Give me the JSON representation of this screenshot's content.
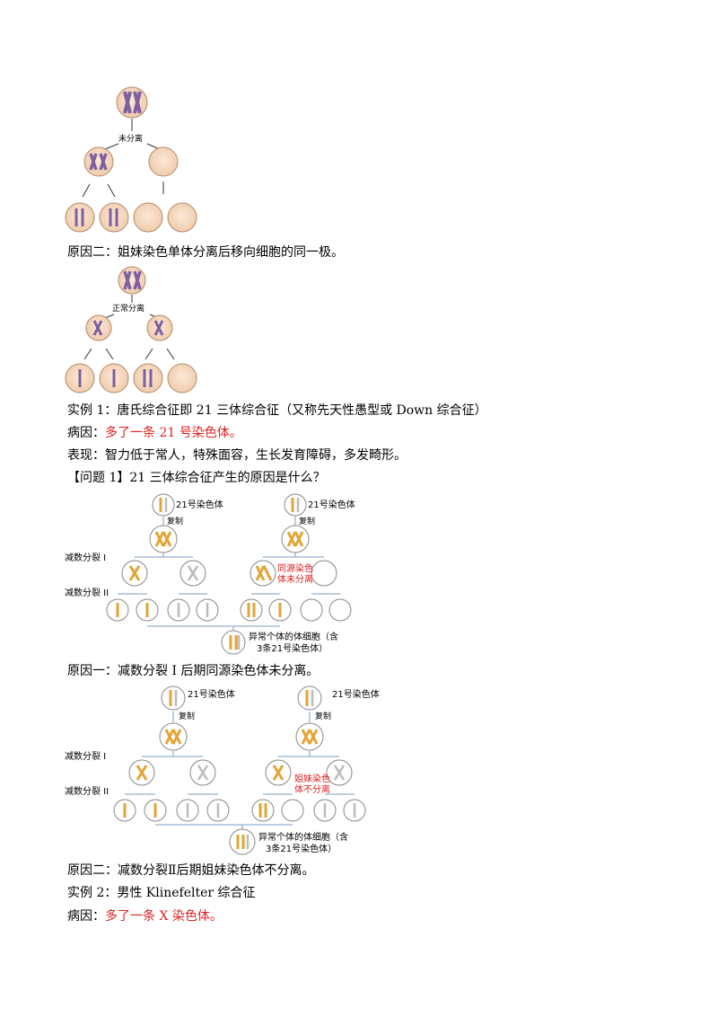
{
  "diagram1": {
    "label": "未分离"
  },
  "text1": "原因二：姐妹染色单体分离后移向细胞的同一极。",
  "diagram2": {
    "label": "正常分离"
  },
  "example1": {
    "title": "实例 1：唐氏综合征即 21 三体综合征（又称先天性愚型或 Down 综合征）",
    "cause_prefix": "病因：",
    "cause": "多了一条 21 号染色体。",
    "symptom": "表现：智力低于常人，特殊面容，生长发育障碍，多发畸形。",
    "question": "【问题 1】21 三体综合征产生的原因是什么？"
  },
  "diagram3": {
    "chrom_label_left": "21号染色体",
    "chrom_label_right": "21号染色体",
    "copy_left": "复制",
    "copy_right": "复制",
    "meiosis1": "减数分裂 I",
    "meiosis2": "减数分裂 II",
    "red_note_line1": "同源染色",
    "red_note_line2": "体未分离",
    "result_line1": "异常个体的体细胞（含",
    "result_line2": "3条21号染色体）"
  },
  "text2": "原因一：减数分裂 I 后期同源染色体未分离。",
  "diagram4": {
    "chrom_label_left": "21号染色体",
    "chrom_label_right": "21号染色体",
    "copy_left": "复制",
    "copy_right": "复制",
    "meiosis1": "减数分裂 I",
    "meiosis2": "减数分裂 II",
    "red_note_line1": "姐妹染色",
    "red_note_line2": "体不分离",
    "result_line1": "异常个体的体细胞（含",
    "result_line2": "3条21号染色体）"
  },
  "text3": "原因二：减数分裂Ⅱ后期姐妹染色体不分离。",
  "example2": {
    "title": "实例 2：男性 Klinefelter 综合征",
    "cause_prefix": "病因：",
    "cause": "多了一条 X 染色体。"
  },
  "colors": {
    "cell_fill": "#f6dcc5",
    "cell_stroke": "#b08a6c",
    "chrom_purple": "#7f5fa0",
    "chrom_orange": "#e3a437",
    "red": "#e02020"
  }
}
